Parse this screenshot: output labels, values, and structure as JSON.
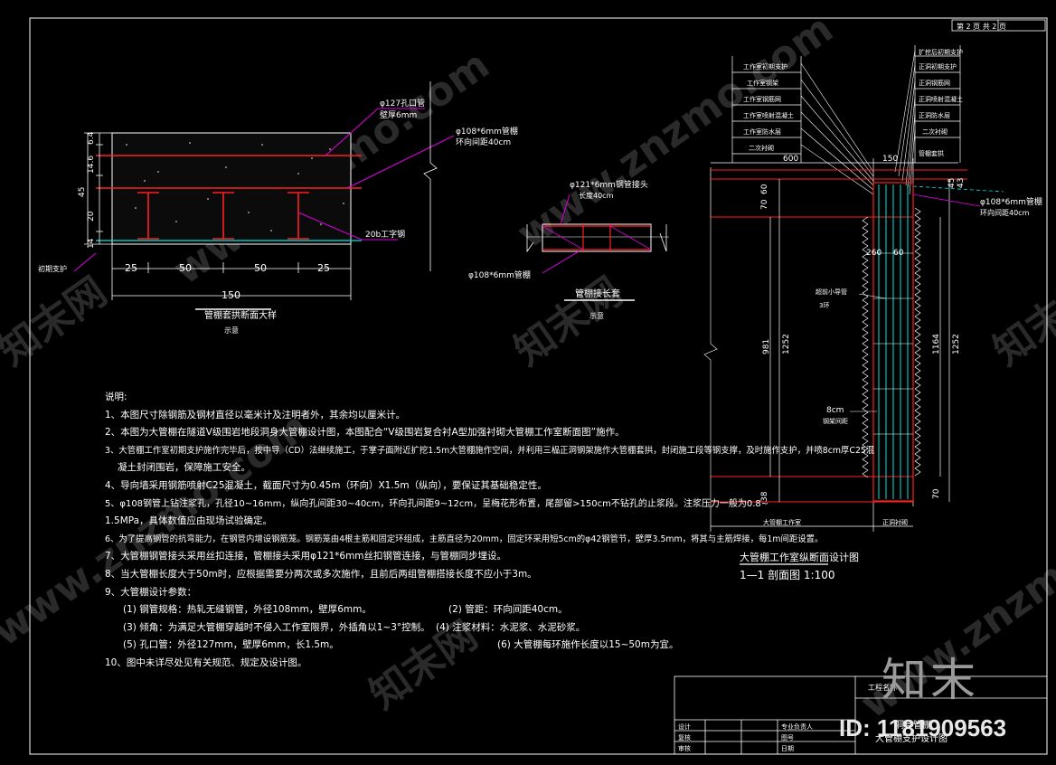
{
  "sheet": {
    "page_label": "第 2 页  共 2 页"
  },
  "section_view": {
    "title": "管棚套拱断面大样",
    "subtitle": "示意",
    "labels": {
      "pipe127": "φ127孔口管",
      "pipe127_wall": "壁厚6mm",
      "pipe108": "φ108*6mm管棚",
      "pipe108_spacing": "环向间距40cm",
      "steel": "20b工字钢",
      "base": "初期支护"
    },
    "dims_v": [
      "6.4",
      "14.6",
      "20",
      "14",
      "45"
    ],
    "dims_h": [
      "25",
      "50",
      "50",
      "25"
    ],
    "total": "150"
  },
  "joint_view": {
    "title": "管棚接长套",
    "subtitle": "示意",
    "label_top": "φ121*6mm钢管接头",
    "label_top2": "长度40cm",
    "label_bottom": "φ108*6mm管棚"
  },
  "profile_view": {
    "title": "大管棚工作室纵断面设计图",
    "subtitle": "1—1 剖面图 1:100",
    "left_legend": [
      "工作室初期支护",
      "工作室钢架",
      "工作室钢筋网",
      "工作室喷射混凝土",
      "工作室防水层",
      "二次衬砌"
    ],
    "right_legend": [
      "扩挖后初期支护",
      "正洞初期支护",
      "正洞钢筋网",
      "正洞喷射混凝土",
      "正洞防水层",
      "二次衬砌",
      "管棚套拱"
    ],
    "dims": {
      "top_left": "600",
      "top_right": "150",
      "v1": "981",
      "v2": "1252",
      "v3": "1164",
      "v4": "1252",
      "l1": "70",
      "l2": "60",
      "l3": "70",
      "r1": "45",
      "r2": "43",
      "mid": "260",
      "mid2": "60",
      "b1": "38",
      "b2": "70"
    },
    "side_label": "φ108*6mm管棚",
    "side_label2": "环向间距40cm",
    "note_left": "超前小导管",
    "note_left2": "3环",
    "pitch": "8cm",
    "pitch2": "钢架间距",
    "bottom_left": "大管棚工作室",
    "bottom_right": "正洞衬砌"
  },
  "notes": {
    "heading": "说明:",
    "items": [
      "1、本图尺寸除钢筋及钢材直径以毫米计及注明者外，其余均以厘米计。",
      "2、本图为大管棚在隧道V级围岩地段洞身大管棚设计图，本图配合“V级围岩复合衬A型加强衬砌大管棚工作室断面图”施作。",
      "3、大管棚工作室初期支护施作完毕后，按中导（CD）法继续施工，于掌子面附近扩挖1.5m大管棚施作空间，并利用三榀正洞钢架施作大管棚套拱，封闭施工段等钢支撑，及时施作支护，并喷8cm厚C25混",
      "凝土封闭围岩，保障施工安全。",
      "4、导向墙采用钢筋喷射C25混凝土，截面尺寸为0.45m（环向）X1.5m（纵向），要保证其基础稳定性。",
      "5、φ108钢管上钻注浆孔，孔径10~16mm，纵向孔间距30~40cm，环向孔间距9~12cm，呈梅花形布置，尾部留>150cm不钻孔的止浆段。注浆压力一般为0.8~",
      "1.5MPa，具体数值应由现场试验确定。",
      "6、为了提高钢管的抗弯能力，在钢管内增设钢筋笼。钢筋笼由4根主筋和固定环组成，主筋直径为20mm，固定环采用短5cm的φ42钢管节，壁厚3.5mm，将其与主筋焊接，每1m间距设置。",
      "7、大管棚钢管接头采用丝扣连接，管棚接头采用φ121*6mm丝扣钢管连接，与管棚同步埋设。",
      "8、当大管棚长度大于50m时，应根据需要分两次或多次施作，且前后两组管棚搭接长度不应小于3m。",
      "9、大管棚设计参数："
    ],
    "params": [
      "(1) 钢管规格：热轧无缝钢管，外径108mm，壁厚6mm。",
      "(2) 管距：环向间距40cm。",
      "(3) 倾角：为满足大管棚穿越时不侵入工作室限界，外插角以1~3°控制。",
      "(4) 注浆材料：水泥浆、水泥砂浆。",
      "(5) 孔口管：外径127mm，壁厚6mm，长1.5m。",
      "(6) 大管棚每环施作长度以15~50m为宜。"
    ],
    "item10": "10、图中未详尽处见有关规范、规定及设计图。"
  },
  "titleblock": {
    "project": "工程名称",
    "line1": "洞身管棚",
    "line2": "大管棚支护设计图",
    "cells": [
      "设计",
      "复核",
      "审核",
      "专业负责人",
      "图号",
      "日期"
    ]
  },
  "watermark": {
    "text": "www.znzmo.com",
    "brand": "知末网",
    "logo": "知末",
    "id": "ID: 1181909563"
  },
  "colors": {
    "line": "#ffffff",
    "magenta": "#e100e1",
    "red": "#ff2020",
    "cyan": "#00e5e5",
    "yellow": "#e6e600"
  }
}
